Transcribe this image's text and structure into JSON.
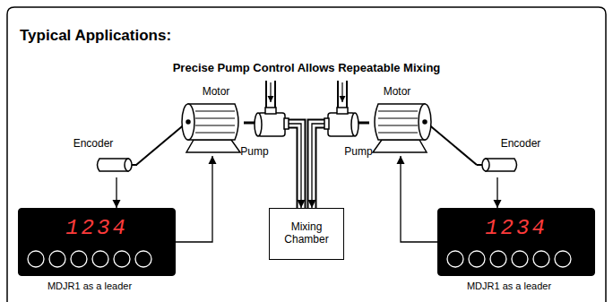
{
  "diagram": {
    "title": "Typical Applications:",
    "nodes": [
      {
        "text": [
          "Encoder"
        ]
      },
      {
        "text": [
          "Motor"
        ]
      },
      {
        "text": [
          "Pump"
        ]
      },
      {
        "text": [
          "Mixing Chamber"
        ]
      },
      {
        "text": [
          "Pump"
        ]
      },
      {
        "text": [
          "Motor"
        ]
      },
      {
        "text": [
          "Encoder"
        ]
      },
      {
        "text": [
          "1234",
          "MDJR1 as a leader"
        ]
      },
      {
        "text": [
          "1234",
          "MDJR1 as a leader"
        ]
      }
    ],
    "edges": [
      {
        "from": 0,
        "to": 7,
        "arrow": "to"
      },
      {
        "from": 7,
        "to": 1,
        "arrow": "to"
      },
      {
        "from": 2,
        "to": 3,
        "arrow": "to"
      },
      {
        "from": 4,
        "to": 3,
        "arrow": "to"
      },
      {
        "from": 6,
        "to": 8,
        "arrow": "to"
      },
      {
        "from": 8,
        "to": 5,
        "arrow": "to"
      }
    ],
    "labels": [
      "Precise Pump Control Allows Repeatable Mixing"
    ]
  }
}
